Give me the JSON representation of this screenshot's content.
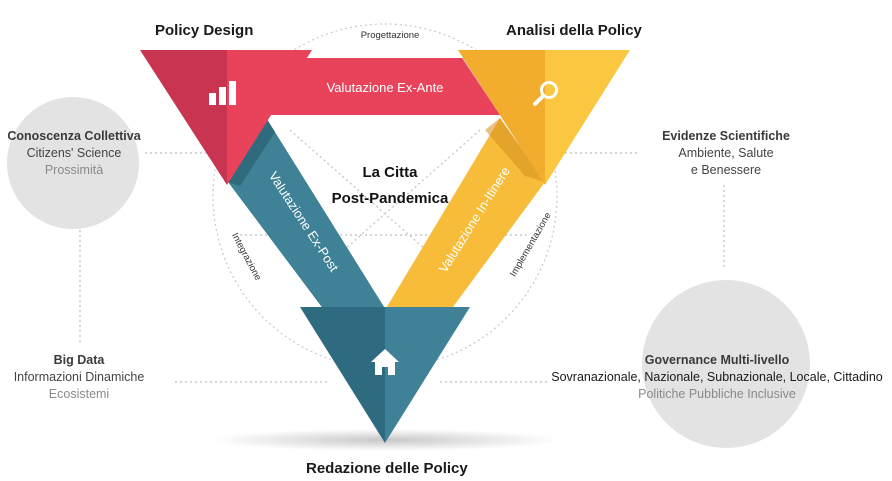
{
  "titles": {
    "top_left": "Policy Design",
    "top_right": "Analisi della Policy",
    "bottom": "Redazione delle Policy"
  },
  "center": {
    "line1": "La Citta",
    "line2": "Post-Pandemica"
  },
  "bands": {
    "top": "Valutazione Ex-Ante",
    "left": "Valutazione Ex-Post",
    "right": "Valutazione In-Itinere"
  },
  "ring_labels": {
    "top": "Progettazione",
    "left": "Integrazione",
    "right": "Implementazione"
  },
  "left_upper": {
    "heading": "Conoscenza Collettiva",
    "line1": "Citizens' Science",
    "line2": "Prossimità"
  },
  "left_lower": {
    "heading": "Big Data",
    "line1": "Informazioni Dinamiche",
    "line2": "Ecosistemi"
  },
  "right_upper": {
    "heading": "Evidenze Scientifiche",
    "line1": "Ambiente, Salute",
    "line2": "e Benessere"
  },
  "right_lower": {
    "heading": "Governance Multi-livello",
    "line1": "Sovranazionale, Nazionale, Subnazionale, Locale, Cittadino",
    "line2": "Politiche Pubbliche Inclusive"
  },
  "colors": {
    "red": "#e8435b",
    "red_dark": "#c93550",
    "yellow": "#f7bd3a",
    "yellow_dark": "#e8a92a",
    "teal": "#3f8196",
    "teal_dark": "#2e6b80",
    "gray_circle": "#e3e3e3"
  },
  "icons": {
    "top_left": "bar-chart-icon",
    "top_right": "magnifier-icon",
    "bottom": "house-icon"
  }
}
